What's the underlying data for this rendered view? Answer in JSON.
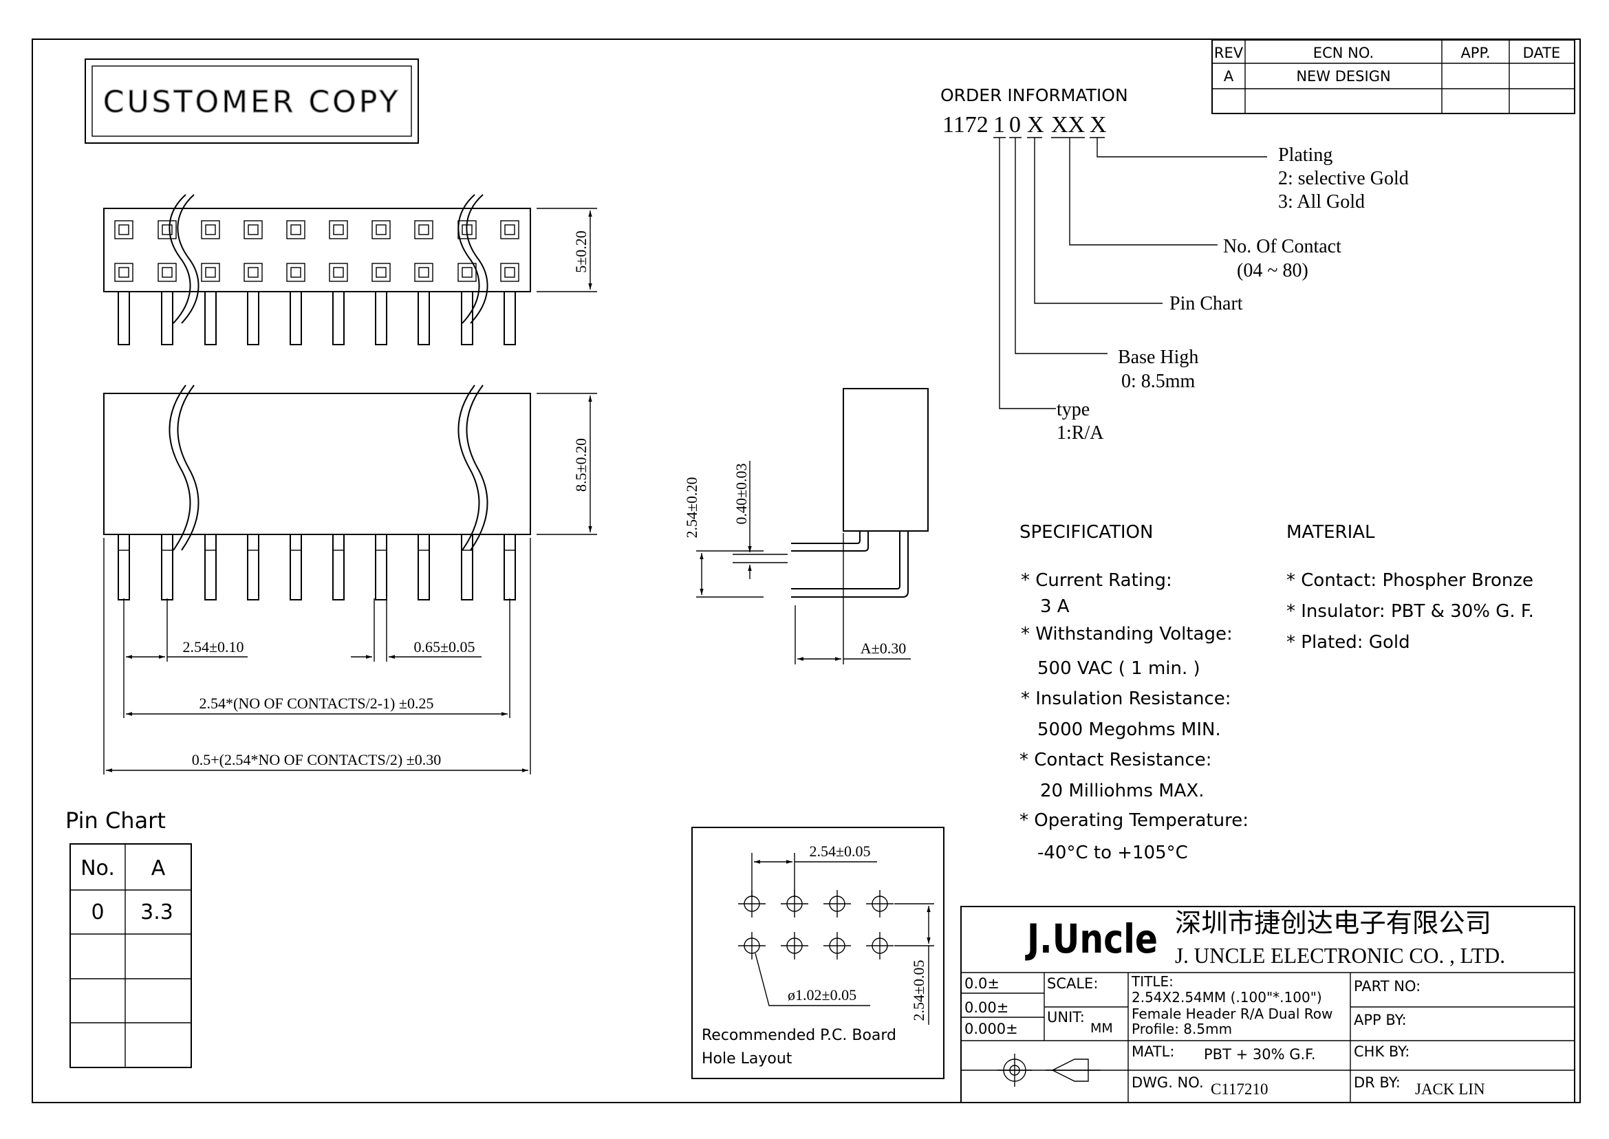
{
  "stamp": "CUSTOMER COPY",
  "revision_table": {
    "headers": [
      "REV",
      "ECN NO.",
      "APP.",
      "DATE"
    ],
    "rows": [
      [
        "A",
        "NEW DESIGN",
        "",
        ""
      ],
      [
        "",
        "",
        "",
        ""
      ]
    ]
  },
  "order_info": {
    "title": "ORDER INFORMATION",
    "code": [
      "1172",
      "1",
      "0",
      "X",
      "XX",
      "X"
    ],
    "callouts": {
      "plating": {
        "title": "Plating",
        "lines": [
          "2: selective Gold",
          "3: All Gold"
        ]
      },
      "contacts": {
        "title": "No. Of Contact",
        "lines": [
          "(04 ~ 80)"
        ]
      },
      "pin_chart": {
        "title": "Pin Chart"
      },
      "base_high": {
        "title": "Base High",
        "lines": [
          "0: 8.5mm"
        ]
      },
      "type": {
        "title": "type",
        "lines": [
          "1:R/A"
        ]
      }
    }
  },
  "dimensions": {
    "top_height": "5±0.20",
    "body_height": "8.5±0.20",
    "pitch": "2.54±0.10",
    "pin_width": "0.65±0.05",
    "row_span": "2.54*(NO OF CONTACTS/2-1) ±0.25",
    "body_length": "0.5+(2.54*NO OF CONTACTS/2) ±0.30",
    "side_pitch": "2.54±0.20",
    "side_thickness": "0.40±0.03",
    "side_a": "A±0.30",
    "pcb_pitch_h": "2.54±0.05",
    "pcb_pitch_v": "2.54±0.05",
    "pcb_hole": "ø1.02±0.05"
  },
  "pcb_layout": {
    "caption": [
      "Recommended P.C. Board",
      "Hole Layout"
    ]
  },
  "specification": {
    "title": "SPECIFICATION",
    "items": [
      {
        "label": "* Current Rating:",
        "value": "3 A"
      },
      {
        "label": "* Withstanding Voltage:",
        "value": "500 VAC ( 1 min. )"
      },
      {
        "label": "* Insulation Resistance:",
        "value": "5000 Megohms MIN."
      },
      {
        "label": "* Contact Resistance:",
        "value": "20 Milliohms MAX."
      },
      {
        "label": "* Operating Temperature:",
        "value": "-40°C to +105°C"
      }
    ]
  },
  "material": {
    "title": "MATERIAL",
    "items": [
      "* Contact: Phospher Bronze",
      "* Insulator: PBT & 30% G. F.",
      "* Plated: Gold"
    ]
  },
  "pin_chart": {
    "title": "Pin Chart",
    "headers": [
      "No.",
      "A"
    ],
    "rows": [
      [
        "0",
        "3.3"
      ],
      [
        "",
        ""
      ],
      [
        "",
        ""
      ],
      [
        "",
        ""
      ]
    ]
  },
  "title_block": {
    "logo": "J.Uncle",
    "company_cn": "深圳市捷创达电子有限公司",
    "company_en": "J. UNCLE ELECTRONIC CO. , LTD.",
    "tolerances": [
      "0.0±",
      "0.00±",
      "0.000±"
    ],
    "scale_label": "SCALE:",
    "unit_label": "UNIT:",
    "unit_value": "MM",
    "title_label": "TITLE:",
    "title_lines": [
      "2.54X2.54MM (.100\"*.100\")",
      "Female Header R/A Dual Row",
      "Profile: 8.5mm"
    ],
    "part_no_label": "PART NO:",
    "app_by_label": "APP BY:",
    "chk_by_label": "CHK BY:",
    "dr_by_label": "DR BY:",
    "dr_by_value": "JACK LIN",
    "matl_label": "MATL:",
    "matl_value": "PBT + 30% G.F.",
    "dwg_no_label": "DWG. NO.",
    "dwg_no_value": "C117210"
  }
}
